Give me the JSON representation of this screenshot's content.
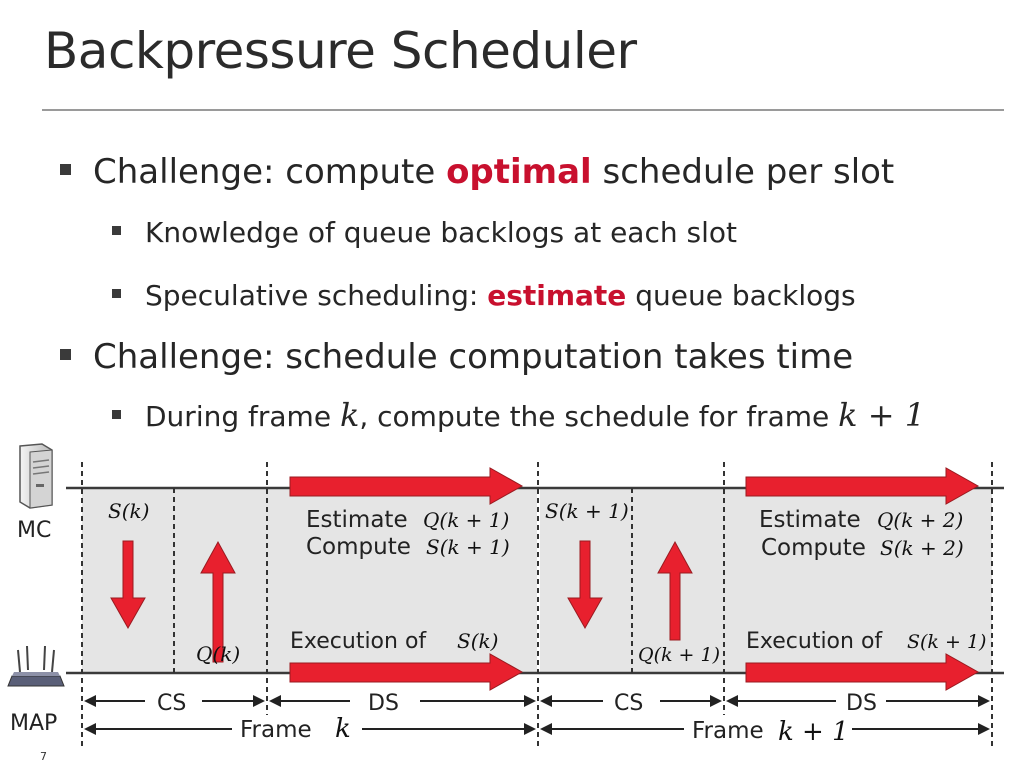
{
  "title": "Backpressure Scheduler",
  "bullets": {
    "b1": {
      "prefix": "Challenge: compute ",
      "highlight": "optimal",
      "suffix": " schedule per slot"
    },
    "b1a": "Knowledge of queue backlogs at each slot",
    "b1b": {
      "prefix": "Speculative scheduling: ",
      "highlight": "estimate",
      "suffix": " queue backlogs"
    },
    "b2": "Challenge: schedule computation takes time",
    "b2a": {
      "prefix": "During frame ",
      "var1": "k",
      "mid": ", compute the schedule for frame ",
      "var2": "k + 1"
    }
  },
  "diagram": {
    "mc_label": "MC",
    "map_label": "MAP",
    "s_k": "S(k)",
    "s_k1": "S(k + 1)",
    "q_k": "Q(k)",
    "q_k1": "Q(k + 1)",
    "estimate_word": "Estimate",
    "compute_word": "Compute",
    "est1": "Q(k + 1)",
    "comp1": "S(k + 1)",
    "est2": "Q(k + 2)",
    "comp2": "S(k + 2)",
    "exec_word": "Execution of",
    "exec1": "S(k)",
    "exec2": "S(k + 1)",
    "cs": "CS",
    "ds": "DS",
    "frame_word": "Frame",
    "frame1": "k",
    "frame2": "k + 1"
  },
  "slide_number": "7",
  "colors": {
    "accent": "#c8102e",
    "arrow_fill": "#e8202e",
    "frame_bg": "#e5e5e5"
  }
}
